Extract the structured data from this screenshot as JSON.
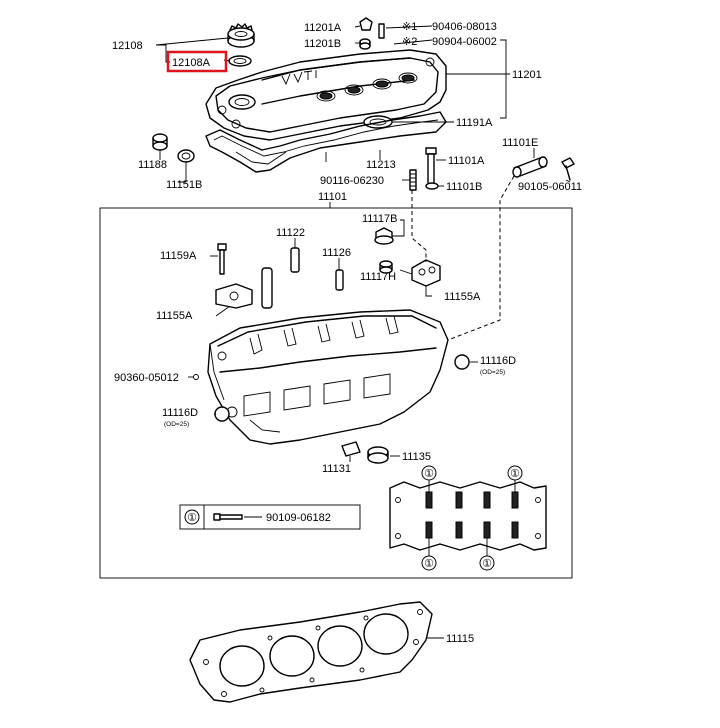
{
  "labels": {
    "p12108": "12108",
    "p12108A": "12108A",
    "p11201A": "11201A",
    "p11201B": "11201B",
    "p11201": "11201",
    "note1_mark": "※1",
    "note1_pn": "90406-08013",
    "note2_mark": "※2",
    "note2_pn": "90904-06002",
    "p11191A": "11191A",
    "p11188": "11188",
    "p11151B": "11151B",
    "p11213": "11213",
    "p11101A": "11101A",
    "p11101E": "11101E",
    "p90116": "90116-06230",
    "p11101B": "11101B",
    "p90105": "90105-06011",
    "p11101": "11101",
    "p11117B": "11117B",
    "p11122": "11122",
    "p11126": "11126",
    "p11159A": "11159A",
    "p11117H": "11117H",
    "p11155A_right": "11155A",
    "p11155A_left": "11155A",
    "p90360": "90360-05012",
    "p11116D_right": "11116D",
    "od25_right": "(OD=25)",
    "p11116D_left": "11116D",
    "od25_left": "(OD=25)",
    "p11131": "11131",
    "p11135": "11135",
    "legend_mark": "①",
    "legend_pn": "90109-06182",
    "p11115": "11115",
    "bolt_mark": "①"
  },
  "highlight": {
    "target_label": "12108A",
    "color": "#e0141e"
  }
}
